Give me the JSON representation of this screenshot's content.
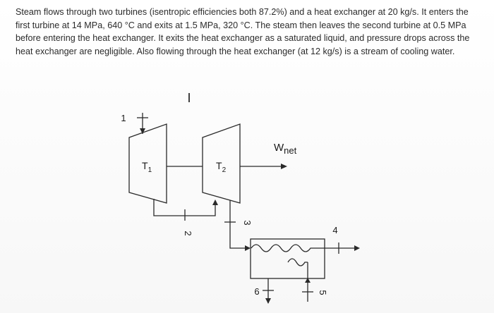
{
  "problem": {
    "text": "Steam flows through two turbines (isentropic efficiencies both 87.2%) and a heat exchanger at 20 kg/s. It enters the first turbine at 14 MPa, 640 °C and exits at 1.5 MPa, 320 °C. The steam then leaves the second turbine at 0.5 MPa before entering the heat exchanger. It exits the heat exchanger as a saturated liquid, and pressure drops across the heat exchanger are negligible. Also flowing through the heat exchanger (at 12 kg/s) is a stream of cooling water."
  },
  "diagram": {
    "boundary_label": "I",
    "turbine1_label": "T",
    "turbine1_sub": "1",
    "turbine2_label": "T",
    "turbine2_sub": "2",
    "wnet_label": "W",
    "wnet_sub": "net",
    "states": {
      "s1": "1",
      "s2": "2",
      "s3": "3",
      "s4": "4",
      "s5": "5",
      "s6": "6"
    }
  }
}
